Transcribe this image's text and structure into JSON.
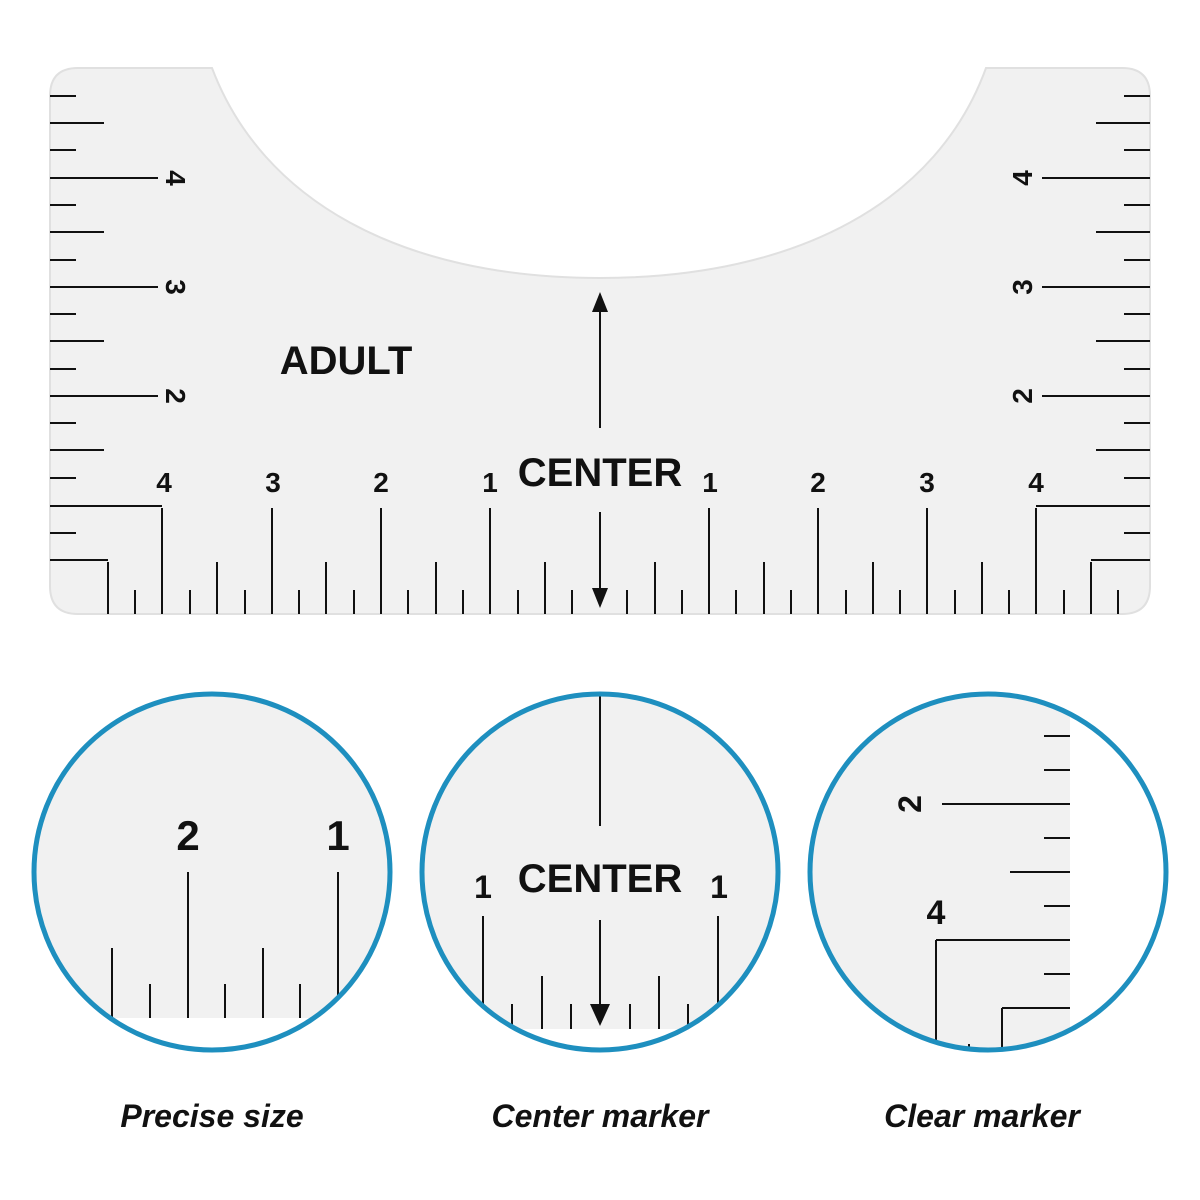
{
  "ruler": {
    "size_label": "ADULT",
    "center_label": "CENTER",
    "bottom_numbers": [
      "4",
      "3",
      "2",
      "1",
      "1",
      "2",
      "3",
      "4"
    ],
    "left_numbers": [
      "4",
      "3",
      "2"
    ],
    "right_numbers": [
      "4",
      "3",
      "2"
    ]
  },
  "details": [
    {
      "numbers": [
        "2",
        "1"
      ],
      "caption": "Precise size"
    },
    {
      "center_label": "CENTER",
      "numbers": [
        "1",
        "1"
      ],
      "caption": "Center marker"
    },
    {
      "numbers": [
        "2",
        "4"
      ],
      "caption": "Clear marker"
    }
  ],
  "colors": {
    "ring": "#1e8fbf",
    "ruler_fill": "#f1f1f1",
    "ink": "#111111"
  }
}
